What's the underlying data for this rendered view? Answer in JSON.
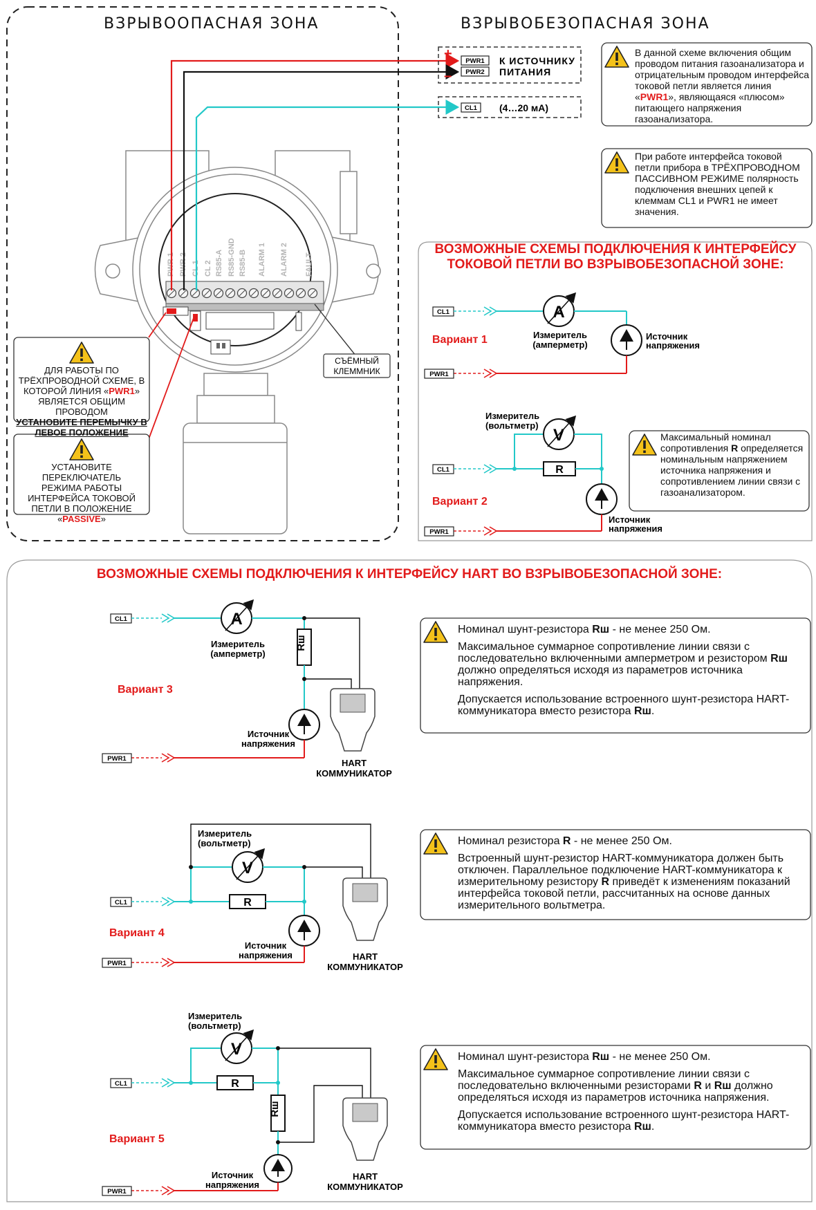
{
  "zones": {
    "hazard_title": "ВЗРЫВООПАСНАЯ ЗОНА",
    "safe_title": "ВЗРЫВОБЕЗОПАСНАЯ ЗОНА"
  },
  "top_outputs": {
    "plus": "+",
    "minus": "–",
    "pwr1": "PWR1",
    "pwr2": "PWR2",
    "power_label_1": "К ИСТОЧНИКУ",
    "power_label_2": "ПИТАНИЯ",
    "cl1": "CL1",
    "range": "(4…20 мА)"
  },
  "device": {
    "terminals": [
      "PWR 1",
      "PWR 2",
      "CL 1",
      "CL 2",
      "RS85-A",
      "RS85-GND",
      "RS85-B",
      "ALARM 1",
      "ALARM 2",
      "FAULT"
    ],
    "removable_terminal_1": "СЪЁМНЫЙ",
    "removable_terminal_2": "КЛЕММНИК"
  },
  "warn_jumper": {
    "l1": "ДЛЯ РАБОТЫ ПО",
    "l2": "ТРЁХПРОВОДНОЙ СХЕМЕ, В",
    "l3a": "КОТОРОЙ ЛИНИЯ «",
    "l3b": "PWR1",
    "l3c": "»",
    "l4": "ЯВЛЯЕТСЯ ОБЩИМ ПРОВОДОМ",
    "l5": "УСТАНОВИТЕ ПЕРЕМЫЧКУ В",
    "l6": "ЛЕВОЕ ПОЛОЖЕНИЕ"
  },
  "warn_switch": {
    "l1": "УСТАНОВИТЕ ПЕРЕКЛЮЧАТЕЛЬ",
    "l2": "РЕЖИМА РАБОТЫ",
    "l3": "ИНТЕРФЕЙСА ТОКОВОЙ",
    "l4": "ПЕТЛИ В ПОЛОЖЕНИЕ",
    "l5a": "«",
    "l5b": "PASSIVE",
    "l5c": "»"
  },
  "note1": {
    "text_a": "В данной схеме включения общим проводом питания газоанализатора и отрицательным проводом интерфейса токовой петли является линия «",
    "highlight": "PWR1",
    "text_b": "», являющаяся «плюсом» питающего напряжения газоанализатора."
  },
  "note2": {
    "text": "При работе интерфейса токовой петли прибора в ТРЁХПРОВОДНОМ ПАССИВНОМ РЕЖИМЕ полярность подключения внешних цепей к клеммам CL1 и PWR1 не имеет значения."
  },
  "loop_section": {
    "title_1": "ВОЗМОЖНЫЕ СХЕМЫ ПОДКЛЮЧЕНИЯ К ИНТЕРФЕЙСУ",
    "title_2": "ТОКОВОЙ ПЕТЛИ ВО ВЗРЫВОБЕЗОПАСНОЙ ЗОНЕ:"
  },
  "labels": {
    "cl1": "CL1",
    "pwr1": "PWR1",
    "ammeter_1": "Измеритель",
    "ammeter_2": "(амперметр)",
    "voltmeter_1": "Измеритель",
    "voltmeter_2": "(вольтметр)",
    "source_1": "Источник",
    "source_2": "напряжения",
    "hart_1": "HART",
    "hart_2": "КОММУНИКАТОР",
    "A": "A",
    "V": "V",
    "R": "R",
    "Rsh": "Rш"
  },
  "variants": [
    "Вариант 1",
    "Вариант 2",
    "Вариант 3",
    "Вариант 4",
    "Вариант 5"
  ],
  "note_v2": {
    "a": "Максимальный номинал сопротивления ",
    "b": "R",
    "c": " определяется номинальным напряжением источника напряжения и сопротивлением линии связи с газоанализатором."
  },
  "hart_section": {
    "title": "ВОЗМОЖНЫЕ СХЕМЫ ПОДКЛЮЧЕНИЯ К ИНТЕРФЕЙСУ HART ВО ВЗРЫВОБЕЗОПАСНОЙ ЗОНЕ:"
  },
  "note_v3": {
    "p1a": "Номинал шунт-резистора ",
    "p1b": "Rш",
    "p1c": " - не менее 250 Ом.",
    "p2a": "Максимальное суммарное сопротивление линии связи с последовательно включенными амперметром и резистором ",
    "p2b": "Rш",
    "p2c": " должно определяться исходя из параметров источника напряжения.",
    "p3a": "Допускается использование встроенного шунт-резистора HART-коммуникатора вместо резистора ",
    "p3b": "Rш",
    "p3c": "."
  },
  "note_v4": {
    "p1a": "Номинал резистора ",
    "p1b": "R",
    "p1c": " - не менее 250 Ом.",
    "p2a": "Встроенный шунт-резистор HART-коммуникатора должен быть отключен. Параллельное подключение HART-коммуникатора к измерительному резистору ",
    "p2b": "R",
    "p2c": " приведёт к изменениям показаний интерфейса токовой петли, рассчитанных на основе данных измерительного вольтметра."
  },
  "note_v5": {
    "p1a": "Номинал шунт-резистора ",
    "p1b": "Rш",
    "p1c": " - не менее 250 Ом.",
    "p2a": "Максимальное суммарное сопротивление линии связи с последовательно включенными резисторами ",
    "p2b": "R",
    "p2c": " и ",
    "p2d": "Rш",
    "p2e": " должно определяться исходя из параметров источника напряжения.",
    "p3a": "Допускается использование встроенного шунт-резистора HART-коммуникатора вместо резистора ",
    "p3b": "Rш",
    "p3c": "."
  },
  "colors": {
    "red": "#e21b1b",
    "cyan": "#22c8c8",
    "black": "#111111",
    "grey": "#7d7d7d",
    "warning_yellow": "#f4c21a"
  }
}
